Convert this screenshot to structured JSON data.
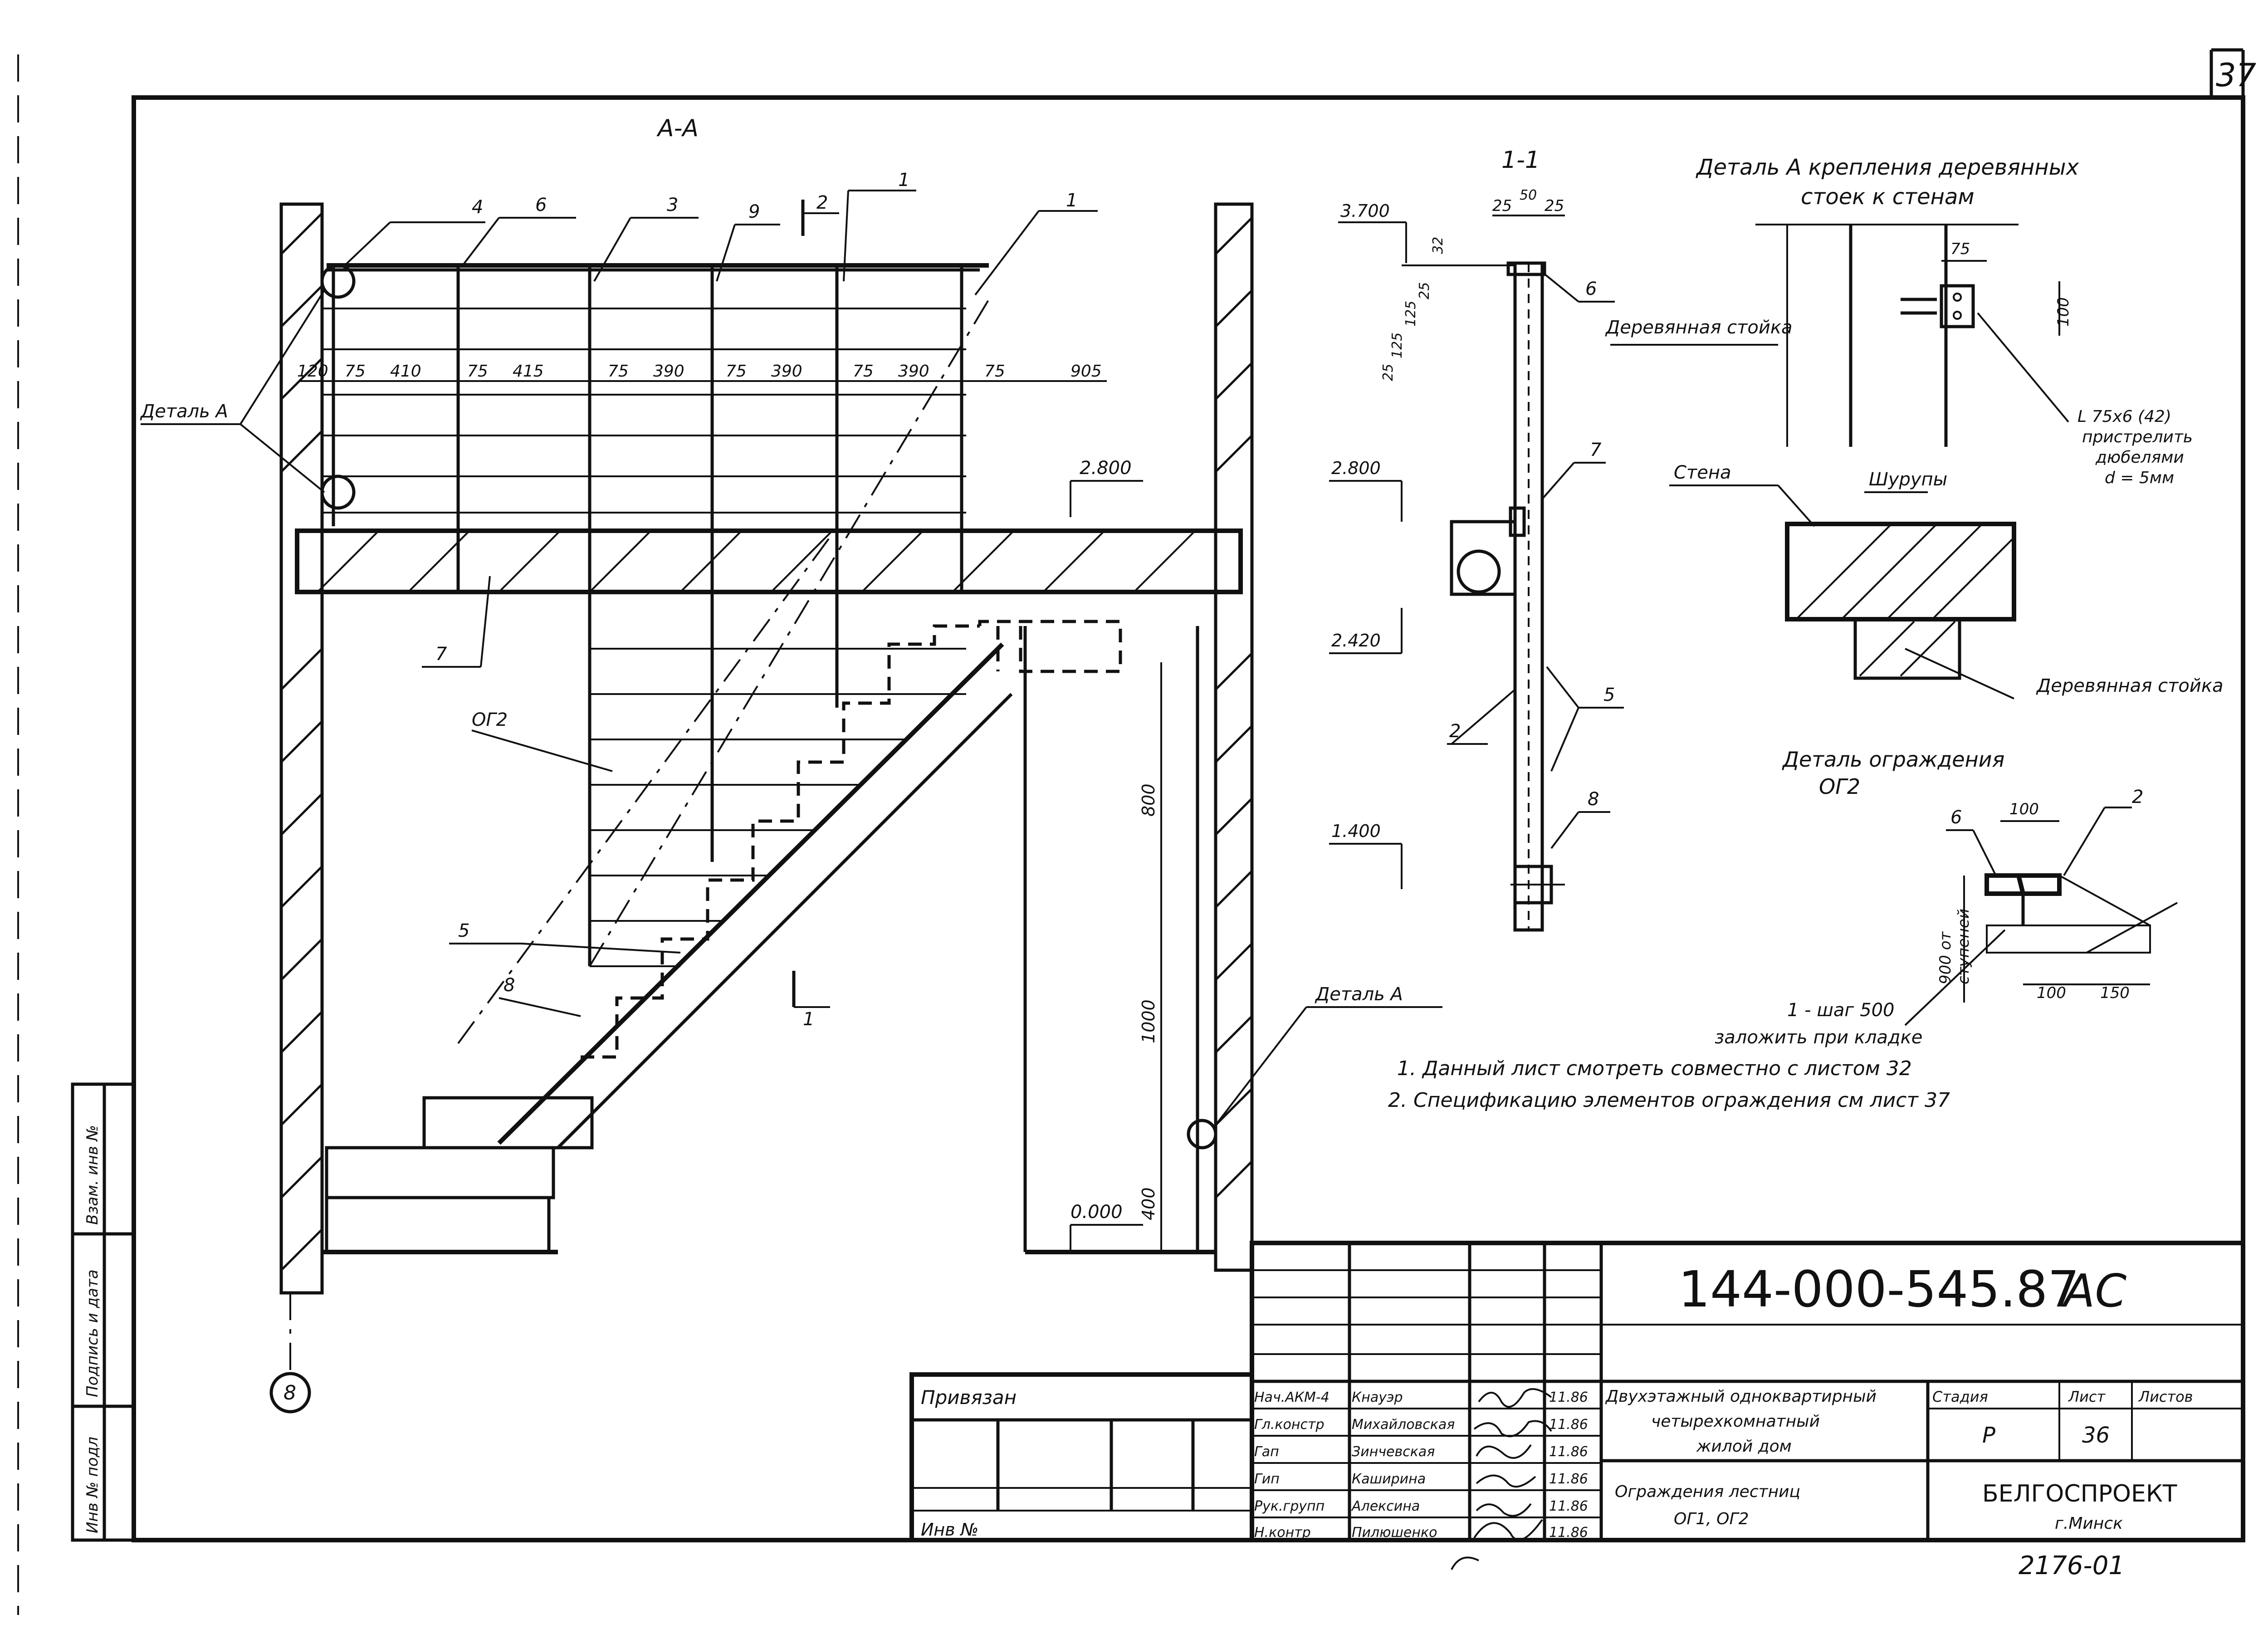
{
  "sheet": {
    "sheet_number": "37",
    "section_title": "А-А",
    "section_1_1": "1-1",
    "code": "144-000-545.87",
    "mark": "АС",
    "archive_number": "2176-01"
  },
  "section_aa": {
    "callouts": [
      "4",
      "6",
      "3",
      "9",
      "1",
      "2",
      "1",
      "7",
      "ОГ2",
      "5",
      "8",
      "1"
    ],
    "detail_a_left": "Деталь А",
    "detail_a_right": "Деталь А",
    "axis_label": "8",
    "dims_row": [
      "120",
      "75",
      "410",
      "75",
      "415",
      "75",
      "390",
      "75",
      "390",
      "75",
      "390",
      "75",
      "905"
    ],
    "level_2800": "2.800",
    "level_0000": "0.000",
    "vdim_800": "800",
    "vdim_1000": "1000",
    "vdim_400": "400"
  },
  "section_11": {
    "levels": [
      "3.700",
      "2.800",
      "2.420",
      "1.400"
    ],
    "top_dims": [
      "25",
      "50",
      "25"
    ],
    "vdims": [
      "25",
      "125",
      "125",
      "25",
      "32"
    ],
    "callouts": [
      "6",
      "7",
      "5",
      "2",
      "8"
    ]
  },
  "detail_a": {
    "title_line1": "Деталь А крепления деревянных",
    "title_line2": "стоек к стенам",
    "wood_post_top": "Деревянная стойка",
    "wall": "Стена",
    "screws": "Шурупы",
    "wood_post_bottom": "Деревянная стойка",
    "angle_note": [
      "L 75х6 (42)",
      "пристрелить",
      "дюбелями",
      "d = 5мм"
    ],
    "dim_75": "75",
    "dim_100": "100"
  },
  "detail_railing": {
    "title_line1": "Деталь ограждения",
    "title_line2": "ОГ2",
    "callout_6": "6",
    "callout_2": "2",
    "dim_100_top": "100",
    "dim_900_a": "900 от",
    "dim_900_b": "ступеней",
    "dim_100_bottom": "100",
    "dim_150": "150",
    "note_line1": "1 - шаг 500",
    "note_line2": "заложить при кладке"
  },
  "notes": [
    "1. Данный лист смотреть совместно с листом 32",
    "2. Спецификацию элементов ограждения см лист 37"
  ],
  "title_block": {
    "privyazan": "Привязан",
    "inv_no": "Инв №",
    "roles": [
      "Нач.АКМ-4",
      "Гл.констр",
      "Гап",
      "Гип",
      "Рук.групп",
      "Н.контр"
    ],
    "names": [
      "Кнауэр",
      "Михайловская",
      "Зинчевская",
      "Каширина",
      "Алексина",
      "Пилюшенко"
    ],
    "dates": [
      "11.86",
      "11.86",
      "11.86",
      "11.86",
      "11.86",
      "11.86"
    ],
    "project_line1": "Двухэтажный одноквартирный",
    "project_line2": "четырехкомнатный",
    "project_line3": "жилой дом",
    "sheet_title_line1": "Ограждения лестниц",
    "sheet_title_line2": "ОГ1, ОГ2",
    "stage_label": "Стадия",
    "sheet_label": "Лист",
    "sheets_label": "Листов",
    "stage": "Р",
    "sheet": "36",
    "org_line1": "БЕЛГОСПРОЕКТ",
    "org_line2": "г.Минск"
  },
  "side_stamp": {
    "labels": [
      "Взам. инв №",
      "Подпись и дата",
      "Инв № подл"
    ]
  }
}
